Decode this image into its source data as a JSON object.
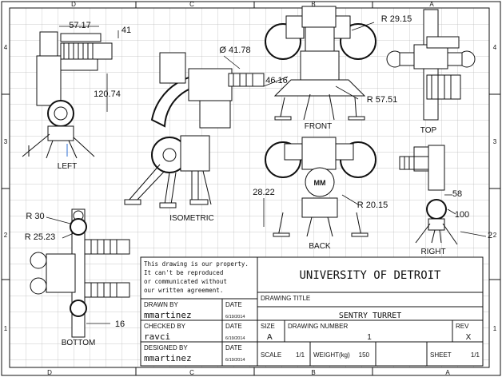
{
  "border": {
    "top_letters": [
      "D",
      "C",
      "B",
      "A"
    ],
    "bottom_letters": [
      "D",
      "C",
      "B",
      "A"
    ],
    "left_numbers": [
      "4",
      "3",
      "2",
      "1"
    ],
    "right_numbers": [
      "4",
      "3",
      "2",
      "1"
    ]
  },
  "views": {
    "left": "LEFT",
    "isometric": "ISOMETRIC",
    "front": "FRONT",
    "top": "TOP",
    "back": "BACK",
    "right": "RIGHT",
    "bottom": "BOTTOM"
  },
  "dimensions": {
    "d1": "57.17",
    "d2": "41",
    "d3": "120.74",
    "d4": "Ø 41.78",
    "d5": "46.16",
    "d6": "R 29.15",
    "d7": "R 57.51",
    "d8": "28.22",
    "d9": "R 20.15",
    "d10": "58",
    "d11": "100",
    "d12": "R 30",
    "d13": "R 25.23",
    "d14": "16"
  },
  "badge": "MM",
  "title_block": {
    "notice": [
      "This drawing is our property.",
      "It can't be reproduced",
      "or communicated without",
      "our written agreement."
    ],
    "company": "UNIVERSITY OF DETROIT",
    "drawing_title_label": "DRAWING TITLE",
    "drawing_title": "SENTRY TURRET",
    "drawn_by_label": "DRAWN BY",
    "drawn_by": "mmartinez",
    "checked_by_label": "CHECKED BY",
    "checked_by": "ravci",
    "designed_by_label": "DESIGNED BY",
    "designed_by": "mmartinez",
    "date_label": "DATE",
    "date_value": "6/19/2014",
    "size_label": "SIZE",
    "size": "A",
    "drawing_number_label": "DRAWING NUMBER",
    "drawing_number": "1",
    "rev_label": "REV",
    "rev": "X",
    "scale_label": "SCALE",
    "scale": "1/1",
    "weight_label": "WEIGHT(kg)",
    "weight": "150",
    "sheet_label": "SHEET",
    "sheet": "1/1"
  },
  "colors": {
    "line": "#111111",
    "grid": "#b9b9b9",
    "paper": "#ffffff",
    "accent": "#2d6fd6"
  }
}
